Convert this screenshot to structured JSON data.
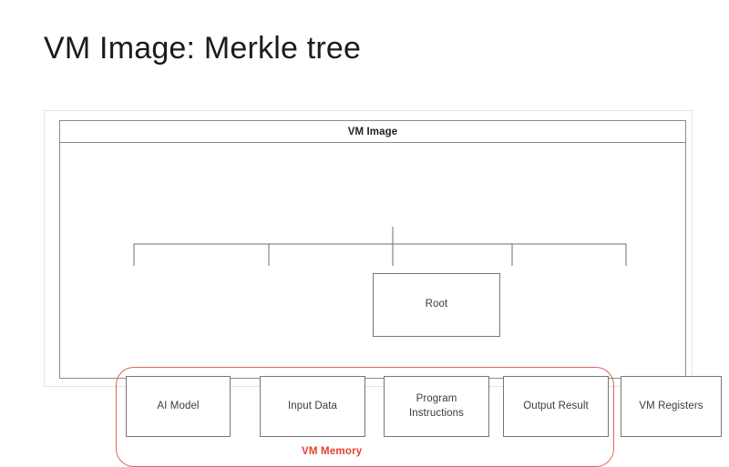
{
  "slide": {
    "title": "VM Image: Merkle tree"
  },
  "diagram": {
    "frame_label": "VM Image",
    "root": {
      "label": "Root"
    },
    "leaves": [
      {
        "id": "ai-model",
        "label": "AI Model"
      },
      {
        "id": "input-data",
        "label": "Input Data"
      },
      {
        "id": "program",
        "label": "Program\nInstructions"
      },
      {
        "id": "output",
        "label": "Output Result"
      },
      {
        "id": "registers",
        "label": "VM Registers"
      }
    ],
    "group": {
      "label": "VM Memory",
      "color": "#E8402A",
      "border_color": "#E0645C",
      "members": [
        "AI Model",
        "Input Data",
        "Program Instructions",
        "Output Result"
      ]
    },
    "colors": {
      "background": "#FFFFFF",
      "box_border": "#767676",
      "frame_border": "#8A8A8A",
      "outer_frame_border": "#E3E3E3",
      "connector": "#6E6E6E",
      "text": "#3B3B3B",
      "title_text": "#1B1B1B"
    }
  }
}
